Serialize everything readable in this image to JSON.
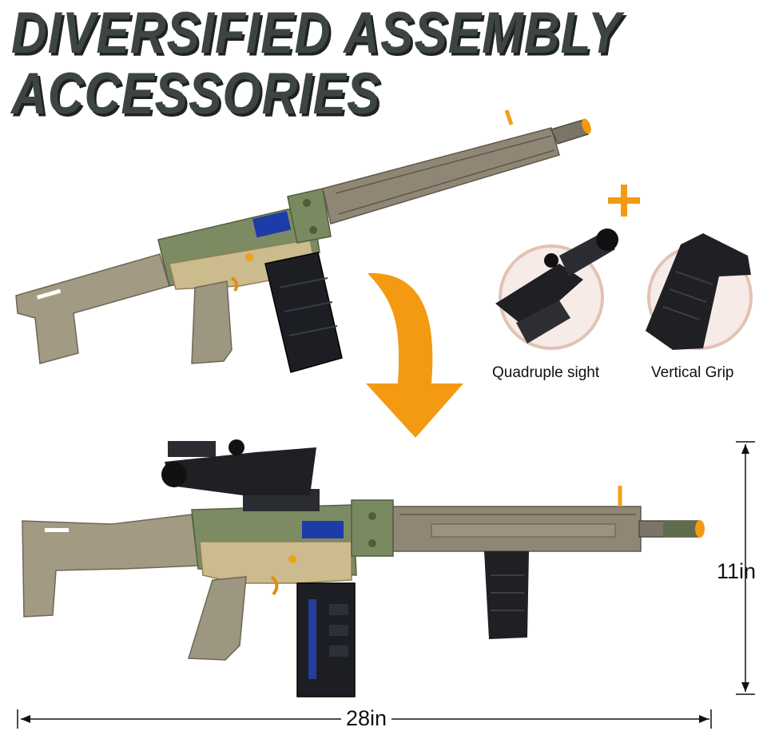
{
  "headline": {
    "line1": "DIVERSIFIED ASSEMBLY",
    "line2": "ACCESSORIES"
  },
  "accessories": [
    {
      "label": "Quadruple sight",
      "icon": "scope-icon"
    },
    {
      "label": "Vertical Grip",
      "icon": "vertical-grip-icon"
    }
  ],
  "dimensions": {
    "height": "11in",
    "length": "28in"
  },
  "colors": {
    "headline": "#3d4542",
    "arrow": "#f39a12",
    "rail_tan": "#8f8675",
    "body_green": "#7b8a63",
    "stock_tan": "#a79e86",
    "grip_beige": "#c9b98c",
    "magazine": "#1b1d22",
    "accent_blue": "#2c56c9",
    "accent_orange": "#f1a01c"
  }
}
